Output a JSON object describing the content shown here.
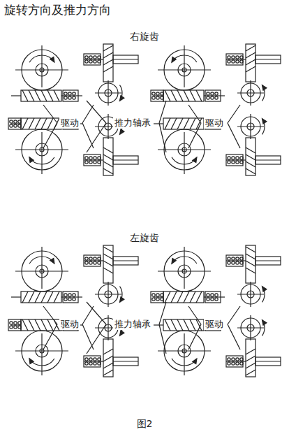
{
  "diagram": {
    "title": "旋转方向及推力方向",
    "caption": "图2",
    "labels": [
      "右旋齿",
      "驱动",
      "推力轴承",
      "驱动",
      "左旋齿",
      "驱动",
      "推力轴承",
      "驱动"
    ]
  }
}
